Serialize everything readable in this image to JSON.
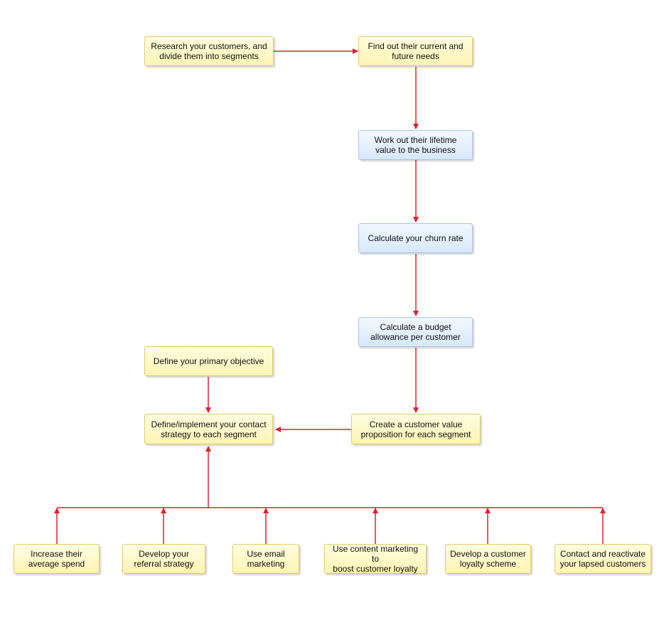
{
  "colors": {
    "connector": "#e0202a",
    "yellow_fill": "#fdf4b4",
    "blue_fill": "#d7e7fb"
  },
  "nodes": {
    "research": "Research your customers, and\ndivide them into segments",
    "needs": "Find out their current and\nfuture needs",
    "lifetime": "Work out their lifetime\nvalue to the business",
    "churn": "Calculate your churn rate",
    "budget": "Calculate a budget\nallowance per customer",
    "objective": "Define your primary objective",
    "contact": "Define/implement your contact\nstrategy to each segment",
    "proposition": "Create a customer value\nproposition for each segment",
    "spend": "Increase their\naverage spend",
    "referral": "Develop your\nreferral strategy",
    "email": "Use email\nmarketing",
    "content": "Use content marketing to\nboost customer loyalty",
    "loyalty": "Develop a customer\nloyalty scheme",
    "lapsed": "Contact and reactivate\nyour lapsed customers"
  }
}
